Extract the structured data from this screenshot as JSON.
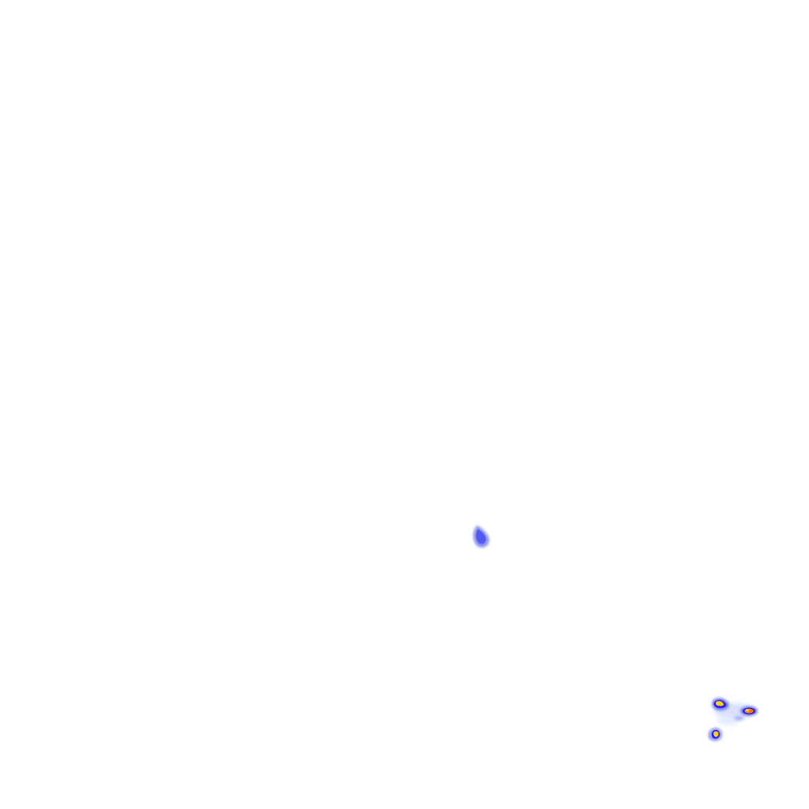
{
  "layer": {
    "kind": "precipitation-radar-overlay",
    "background_color": "#ffffff",
    "colors": {
      "light": "#c7d4ff",
      "moderate": "#6f7cf2",
      "heavy": "#3b2bff",
      "intense": "#ffd400",
      "extreme": "#ff7a00"
    },
    "echoes": [
      {
        "id": "cell-center",
        "intensity": "moderate"
      },
      {
        "id": "cell-southeast-upper",
        "intensity": "intense"
      },
      {
        "id": "cell-southeast-right",
        "intensity": "extreme"
      },
      {
        "id": "cell-southeast-lower",
        "intensity": "intense"
      }
    ]
  }
}
